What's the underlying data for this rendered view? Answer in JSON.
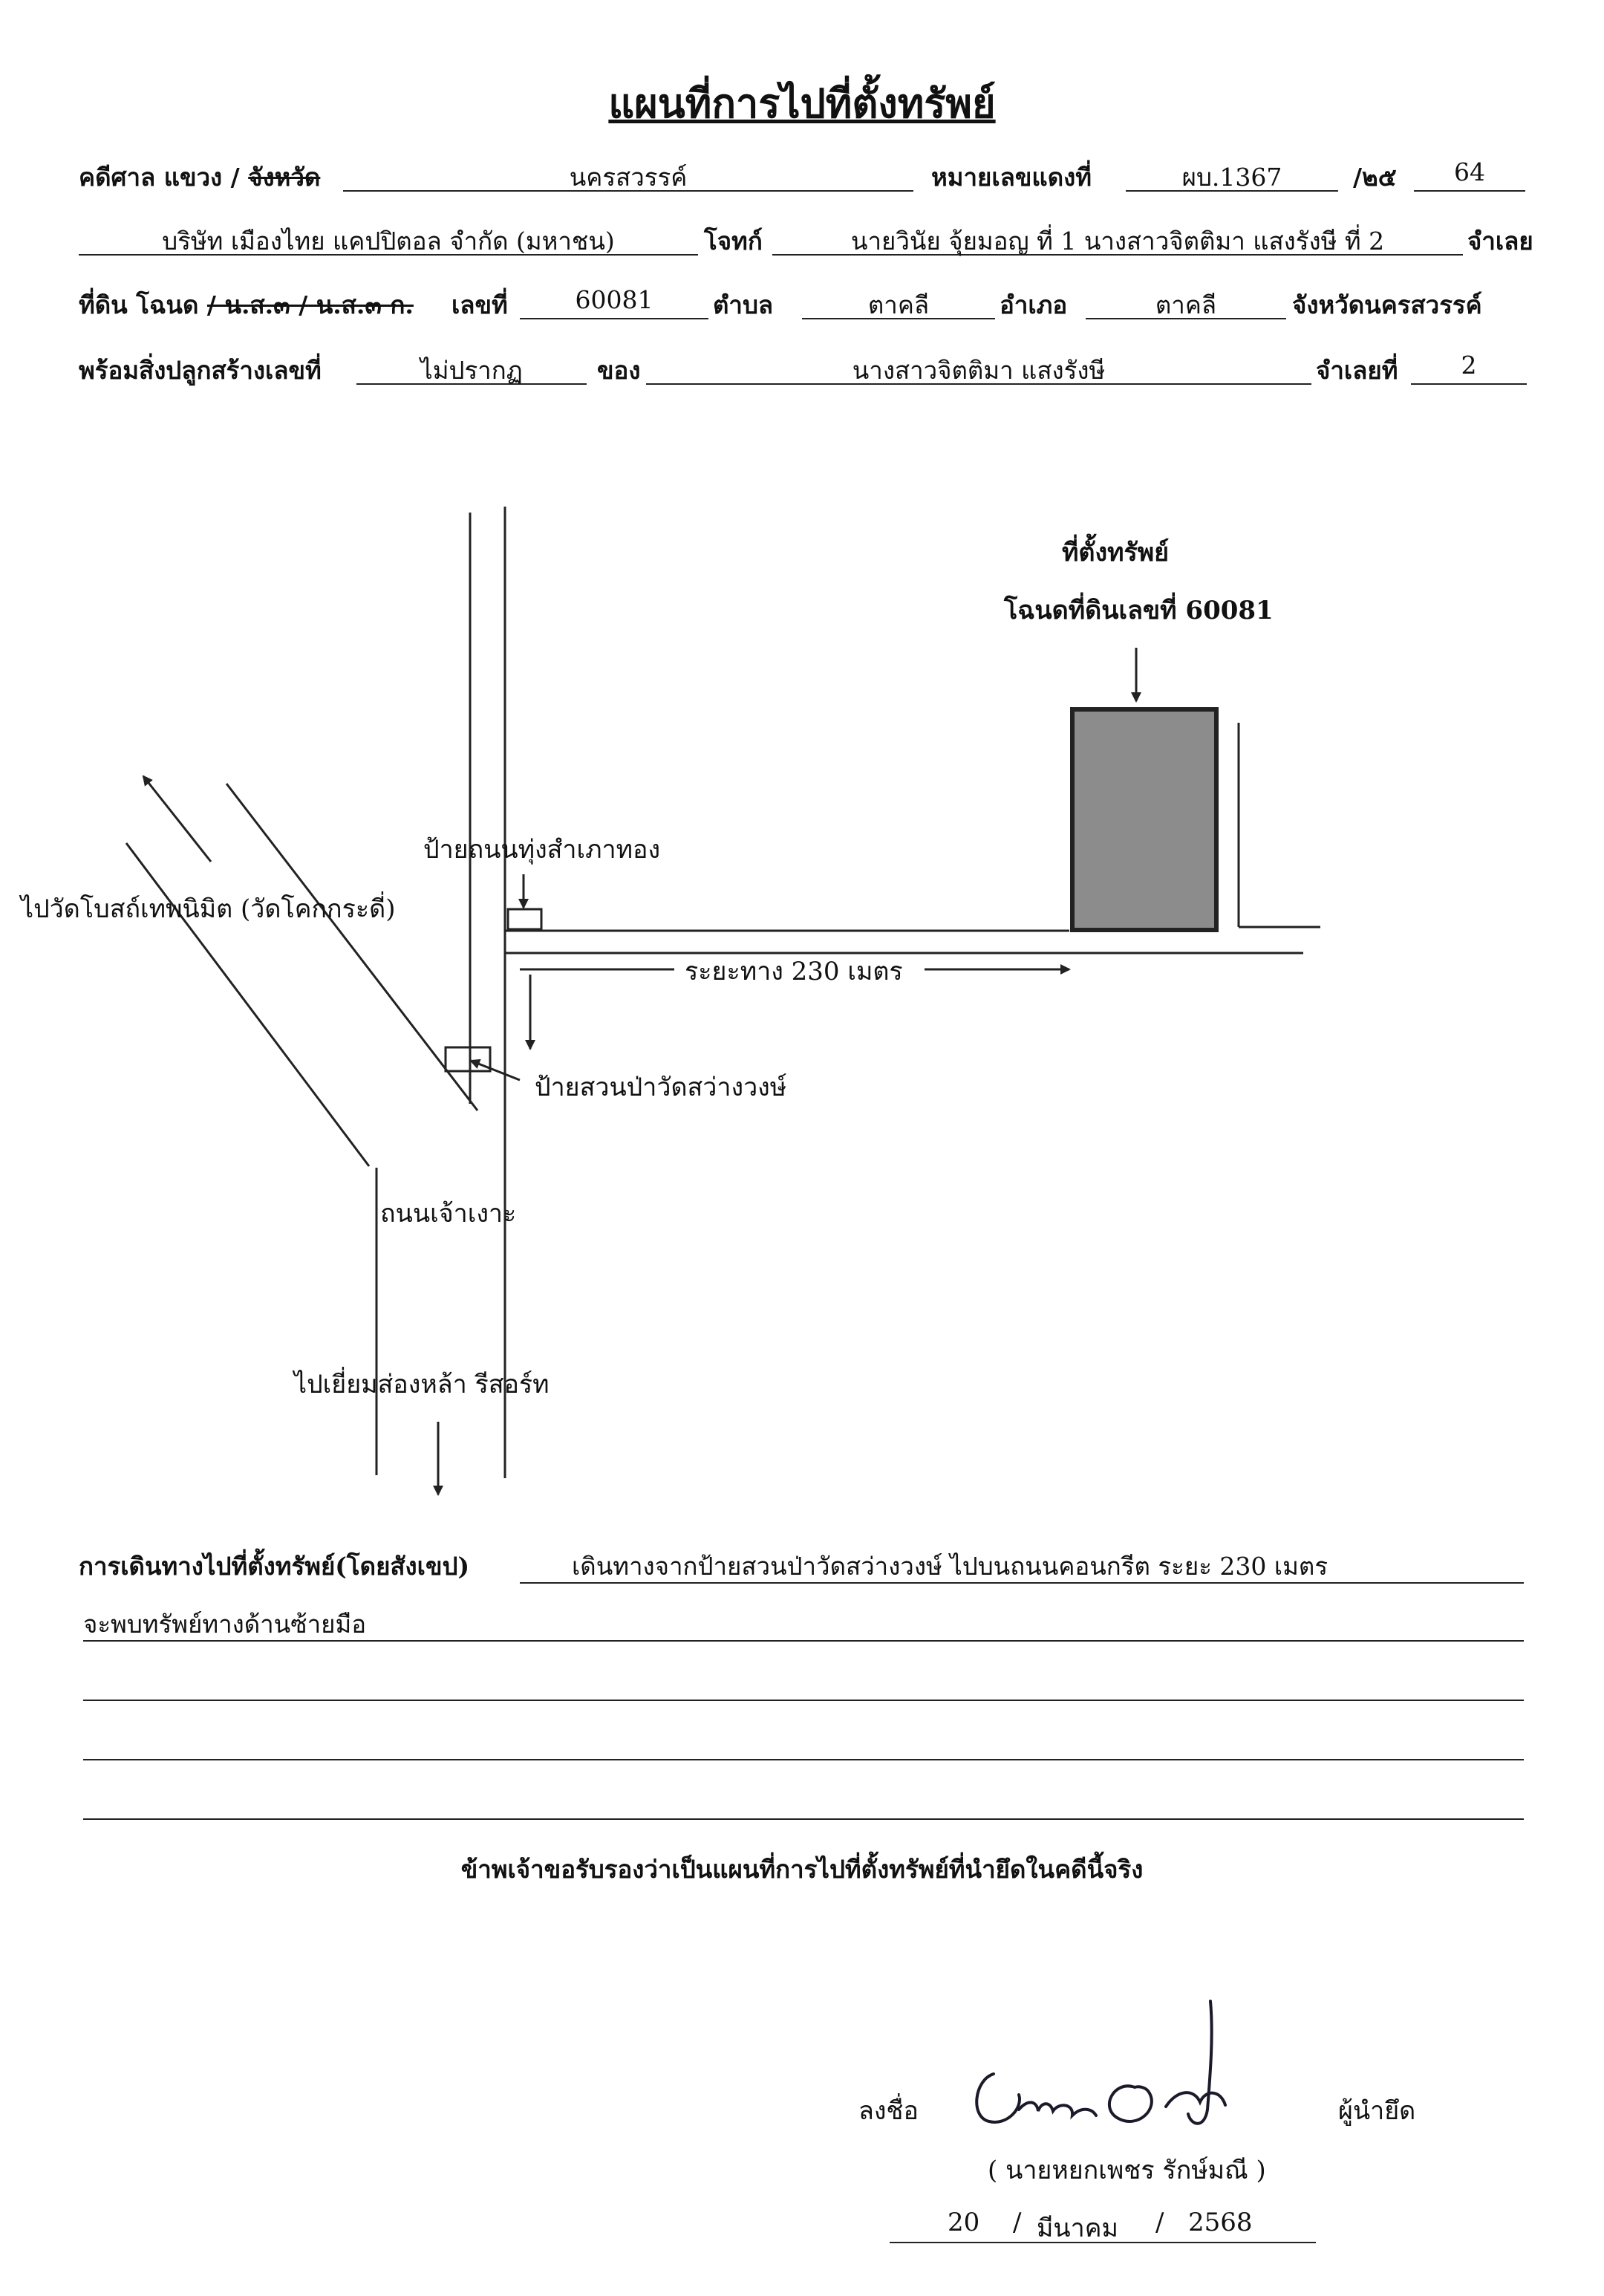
{
  "title": "แผนที่การไปที่ตั้งทรัพย์",
  "row1": {
    "court_label": "คดีศาล แขวง / ",
    "court_label_strike": "จังหวัด",
    "court_value": "นครสวรรค์",
    "red_no_label": "หมายเลขแดงที่",
    "red_no_value": "ผบ.1367",
    "slash_label": "/๒๕",
    "year_value": "64"
  },
  "row2": {
    "plaintiff_value": "บริษัท เมืองไทย แคปปิตอล จำกัด (มหาชน)",
    "plaintiff_label": "โจทก์",
    "defendant_value": "นายวินัย จุ้ยมอญ ที่ 1 นางสาวจิตติมา แสงรังษี ที่ 2",
    "defendant_label": "จำเลย"
  },
  "row3": {
    "land_label": "ที่ดิน โฉนด ",
    "land_strike": "/ น.ส.๓ / น.ส.๓ ก.",
    "no_label": "เลขที่",
    "no_value": "60081",
    "tambon_label": "ตำบล",
    "tambon_value": "ตาคลี",
    "amphoe_label": "อำเภอ",
    "amphoe_value": "ตาคลี",
    "province_label": "จังหวัดนครสวรรค์"
  },
  "row4": {
    "building_label": "พร้อมสิ่งปลูกสร้างเลขที่",
    "building_value": "ไม่ปรากฏ",
    "owner_label": "ของ",
    "owner_value": "นางสาวจิตติมา แสงรังษี",
    "defendant_no_label": "จำเลยที่",
    "defendant_no_value": "2"
  },
  "map": {
    "property_title": "ที่ตั้งทรัพย์",
    "deed_label": "โฉนดที่ดินเลขที่ 60081",
    "sign_thung": "ป้ายถนนทุ่งสำเภาทอง",
    "to_wat": "ไปวัดโบสถ์เทพนิมิต (วัดโคกกระดี่)",
    "distance": "ระยะทาง 230 เมตร",
    "sign_park": "ป้ายสวนป่าวัดสว่างวงษ์",
    "road_name": "ถนนเจ้าเงาะ",
    "to_resort": "ไปเยี่ยมส่องหล้า รีสอร์ท",
    "colors": {
      "property_fill": "#8c8c8c",
      "line": "#222222"
    }
  },
  "directions": {
    "label": "การเดินทางไปที่ตั้งทรัพย์(โดยสังเขป)",
    "line1": "เดินทางจากป้ายสวนป่าวัดสว่างวงษ์  ไปบนถนนคอนกรีต ระยะ 230 เมตร",
    "line2": "จะพบทรัพย์ทางด้านซ้ายมือ"
  },
  "certify": "ข้าพเจ้าขอรับรองว่าเป็นแผนที่การไปที่ตั้งทรัพย์ที่นำยึดในคดีนี้จริง",
  "signature": {
    "sign_label": "ลงชื่อ",
    "role": "ผู้นำยึด",
    "name": "( นายหยกเพชร รักษ์มณี )",
    "day": "20",
    "month": "มีนาคม",
    "year": "2568",
    "sep": "/"
  }
}
